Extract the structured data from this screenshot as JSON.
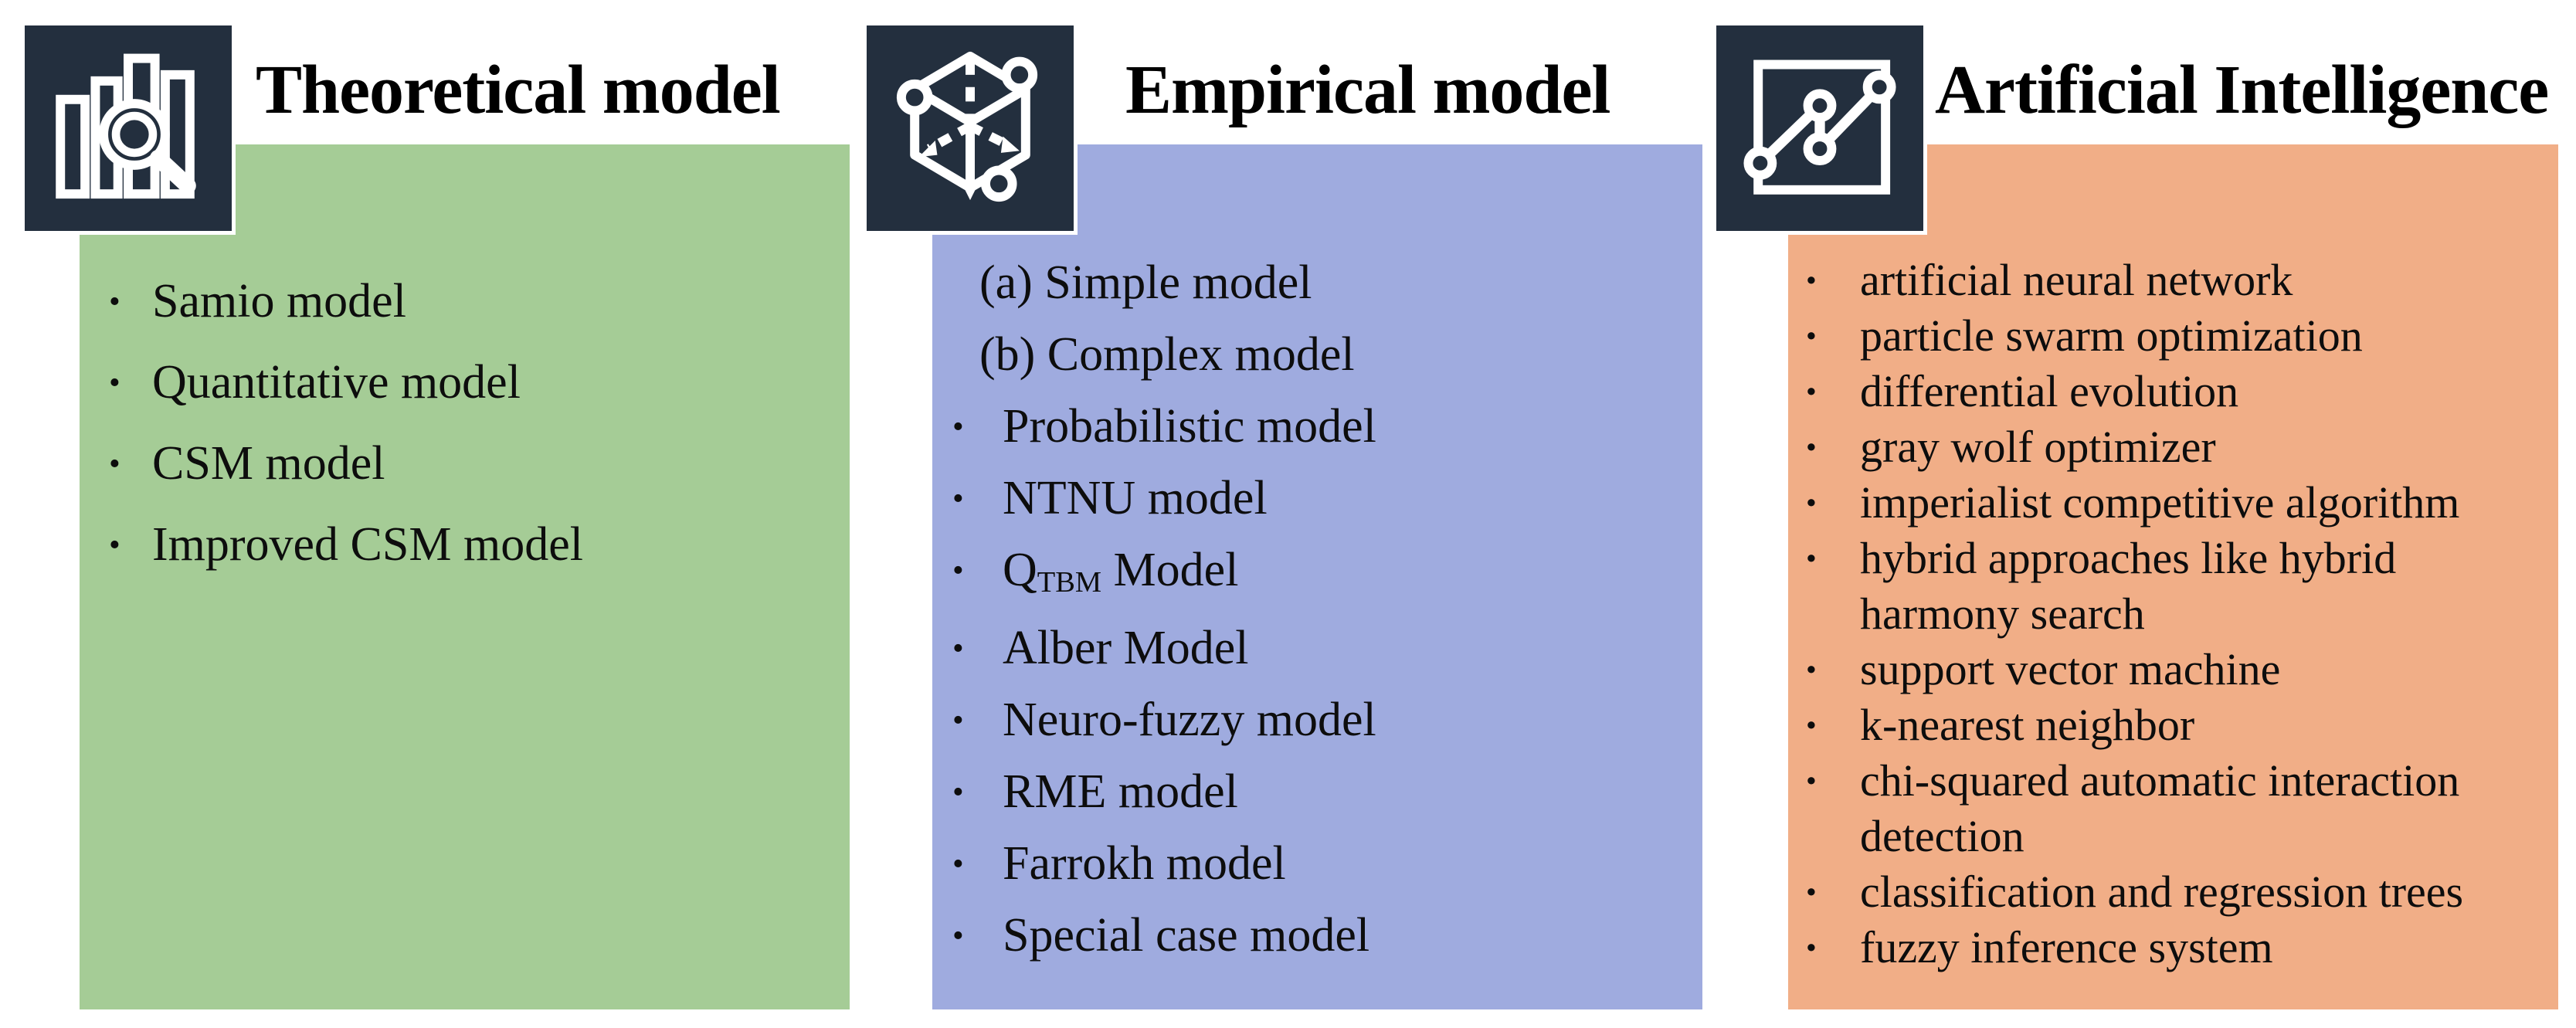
{
  "figure": {
    "background": "#ffffff",
    "bullet_glyph": "•"
  },
  "colors": {
    "icon_tile": "#232F3E",
    "icon_stroke": "#ffffff",
    "title_text": "#000000",
    "body_text": "#0d0d0d",
    "green_panel": "#A5CC96",
    "blue_panel": "#9FABDF",
    "orange_panel": "#F1AE87"
  },
  "columns": [
    {
      "id": "theoretical",
      "title": "Theoretical model",
      "icon": "bar-chart-magnifier-icon",
      "panel_color": "#A5CC96",
      "items": [
        {
          "bullet": true,
          "parts": [
            {
              "text": "Samio model"
            }
          ]
        },
        {
          "bullet": true,
          "parts": [
            {
              "text": "Quantitative model"
            }
          ]
        },
        {
          "bullet": true,
          "parts": [
            {
              "text": "CSM model"
            }
          ]
        },
        {
          "bullet": true,
          "parts": [
            {
              "text": "Improved CSM model"
            }
          ]
        }
      ]
    },
    {
      "id": "empirical",
      "title": "Empirical model",
      "icon": "cube-icon",
      "panel_color": "#9FABDF",
      "items": [
        {
          "bullet": false,
          "parts": [
            {
              "text": "(a) Simple model"
            }
          ]
        },
        {
          "bullet": false,
          "parts": [
            {
              "text": "(b) Complex model"
            }
          ]
        },
        {
          "bullet": true,
          "parts": [
            {
              "text": "Probabilistic model"
            }
          ]
        },
        {
          "bullet": true,
          "parts": [
            {
              "text": "NTNU model"
            }
          ]
        },
        {
          "bullet": true,
          "parts": [
            {
              "text": "Q"
            },
            {
              "text": "TBM",
              "subscript": true
            },
            {
              "text": " Model"
            }
          ]
        },
        {
          "bullet": true,
          "parts": [
            {
              "text": "Alber Model"
            }
          ]
        },
        {
          "bullet": true,
          "parts": [
            {
              "text": "Neuro-fuzzy model"
            }
          ]
        },
        {
          "bullet": true,
          "parts": [
            {
              "text": "RME model"
            }
          ]
        },
        {
          "bullet": true,
          "parts": [
            {
              "text": "Farrokh model"
            }
          ]
        },
        {
          "bullet": true,
          "parts": [
            {
              "text": "Special case model"
            }
          ]
        }
      ]
    },
    {
      "id": "artificial-intelligence",
      "title": "Artificial Intelligence",
      "icon": "trend-chart-icon",
      "panel_color": "#F1AE87",
      "items": [
        {
          "bullet": true,
          "parts": [
            {
              "text": "artificial neural network"
            }
          ]
        },
        {
          "bullet": true,
          "parts": [
            {
              "text": "particle swarm optimization"
            }
          ]
        },
        {
          "bullet": true,
          "parts": [
            {
              "text": "differential evolution"
            }
          ]
        },
        {
          "bullet": true,
          "parts": [
            {
              "text": "gray wolf optimizer"
            }
          ]
        },
        {
          "bullet": true,
          "parts": [
            {
              "text": "imperialist competitive algorithm"
            }
          ]
        },
        {
          "bullet": true,
          "parts": [
            {
              "text": "hybrid approaches like hybrid harmony search"
            }
          ]
        },
        {
          "bullet": true,
          "parts": [
            {
              "text": "support vector machine"
            }
          ]
        },
        {
          "bullet": true,
          "parts": [
            {
              "text": "k-nearest neighbor"
            }
          ]
        },
        {
          "bullet": true,
          "parts": [
            {
              "text": "chi-squared automatic interaction detection"
            }
          ]
        },
        {
          "bullet": true,
          "parts": [
            {
              "text": "classification and regression trees"
            }
          ]
        },
        {
          "bullet": true,
          "parts": [
            {
              "text": "fuzzy inference system"
            }
          ]
        }
      ]
    }
  ]
}
